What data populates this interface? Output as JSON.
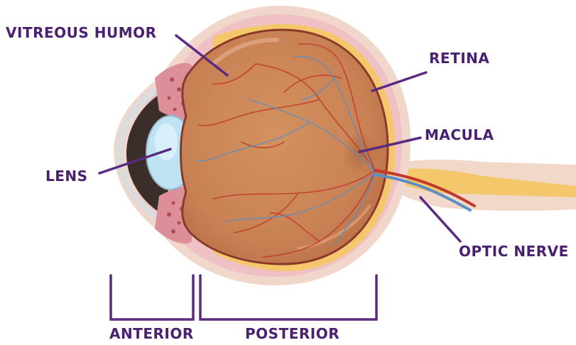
{
  "labels": {
    "vitreous_humor": "VITREOUS HUMOR",
    "retina": "RETINA",
    "macula": "MACULA",
    "lens": "LENS",
    "optic_nerve": "OPTIC NERVE",
    "anterior": "ANTERIOR",
    "posterior": "POSTERIOR"
  },
  "colors": {
    "label_text": "#4a2170",
    "leader_line": "#5a2a82",
    "sclera": "#efc1c4",
    "retina_layer": "#f4c86a",
    "eyeball": "#c9845a",
    "lens": "#bfe3f3",
    "vessel_red": "#c0392b",
    "vessel_blue": "#5a8fc4"
  }
}
